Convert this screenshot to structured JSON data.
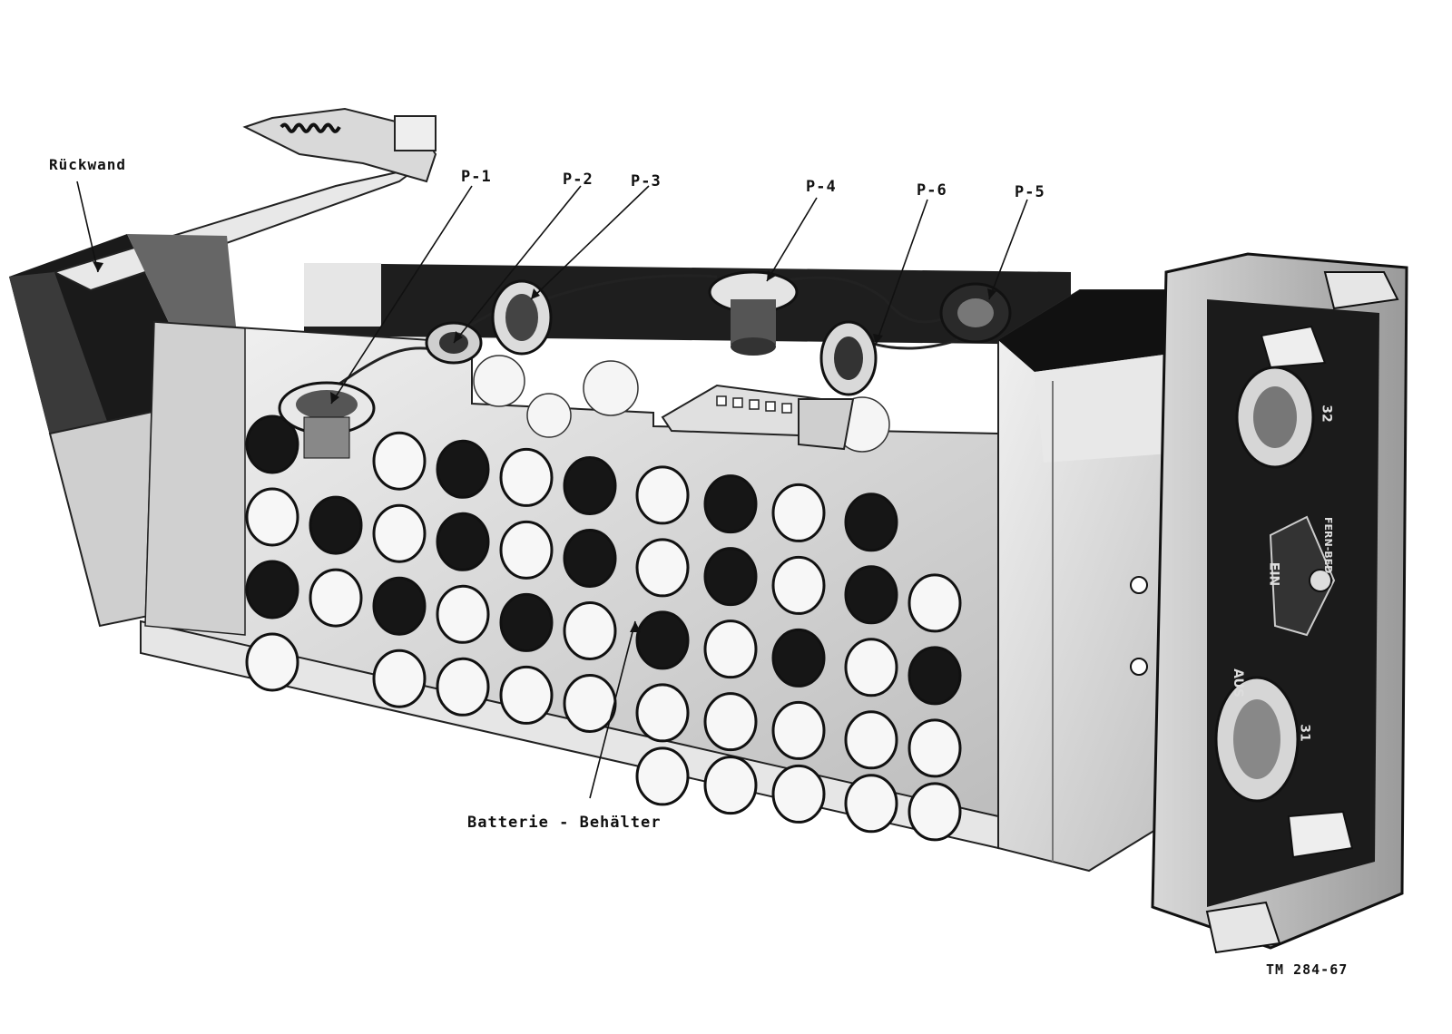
{
  "labels": {
    "rueckwand": "Rückwand",
    "p1": "P-1",
    "p2": "P-2",
    "p3": "P-3",
    "p4": "P-4",
    "p6": "P-6",
    "p5": "P-5",
    "batterie": "Batterie - Behälter",
    "figure_id": "TM 284-67"
  },
  "panel": {
    "socket_top": "32",
    "switch_label_1": "FERN-BED.",
    "switch_label_2": "EIN",
    "switch_label_3": "AUS",
    "socket_bottom": "31"
  },
  "colors": {
    "ink": "#111111",
    "metal": "#dcdcdc",
    "shadow": "#2a2a2a"
  }
}
